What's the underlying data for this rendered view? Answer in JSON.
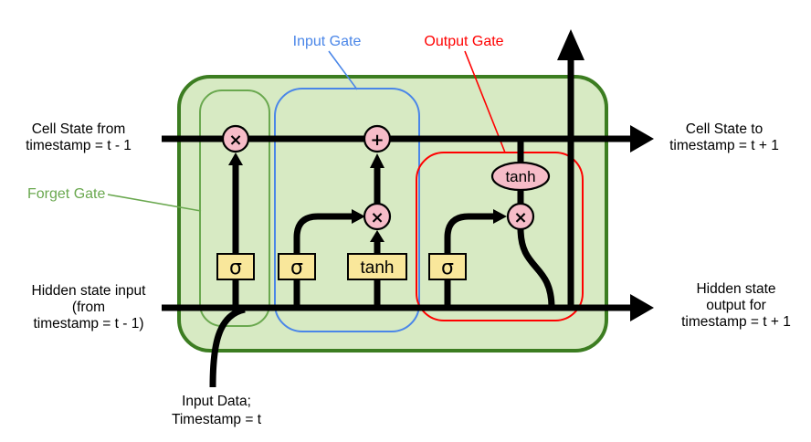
{
  "diagram": {
    "type": "lstm-cell-diagram",
    "gates": {
      "forget": {
        "label": "Forget Gate",
        "color": "#6aa84f"
      },
      "input": {
        "label": "Input Gate",
        "color": "#4a86e8"
      },
      "output": {
        "label": "Output Gate",
        "color": "#ff0000"
      }
    },
    "io_labels": {
      "cell_state_from": [
        "Cell State from",
        "timestamp = t - 1"
      ],
      "cell_state_to": [
        "Cell State to",
        "timestamp = t + 1"
      ],
      "hidden_state_input": [
        "Hidden state input",
        "(from",
        "timestamp = t - 1)"
      ],
      "hidden_state_output": [
        "Hidden state",
        "output for",
        "timestamp = t + 1"
      ],
      "input_data": [
        "Input Data;",
        "Timestamp = t"
      ]
    },
    "operations": {
      "forget_multiply": "×",
      "cell_add": "+",
      "input_multiply": "×",
      "output_multiply": "×",
      "output_tanh": "tanh"
    },
    "activations": {
      "forget_sigma": "σ",
      "input_sigma": "σ",
      "candidate_tanh": "tanh",
      "output_sigma": "σ"
    },
    "colors": {
      "cell_fill": "#d7eac3",
      "cell_border": "#3c7d21",
      "operation_fill": "#f6bcc8",
      "activation_fill": "#f9e79b",
      "line": "#000000"
    }
  }
}
